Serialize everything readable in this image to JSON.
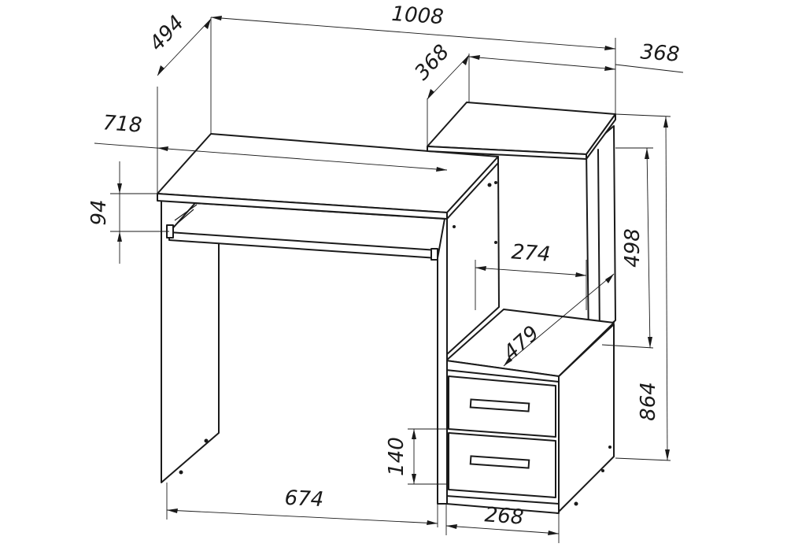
{
  "drawing": {
    "subject": "computer desk with pull-out keyboard shelf, top shelf and two-drawer pedestal",
    "ink_color": "#1a1a1a",
    "background": "#ffffff"
  },
  "dimensions": {
    "total_width": "1008",
    "top_depth": "494",
    "top_shelf_width": "368",
    "top_shelf_depth": "368",
    "tabletop_width": "718",
    "keyboard_shelf_gap": "94",
    "shelf_height": "498",
    "niche_width": "274",
    "pedestal_depth": "479",
    "total_height": "864",
    "drawer_height": "140",
    "leg_space_width": "674",
    "pedestal_width": "268"
  }
}
